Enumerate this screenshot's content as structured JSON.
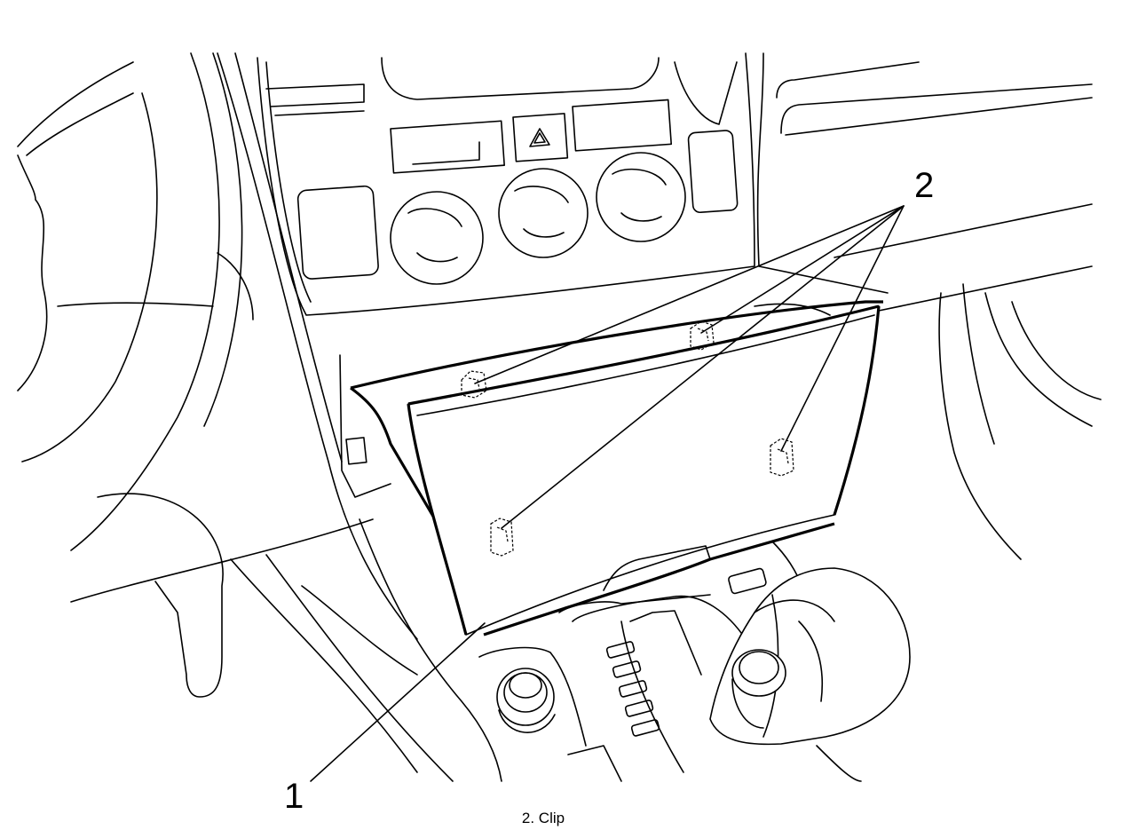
{
  "callouts": {
    "part_1": "1",
    "part_2": "2"
  },
  "caption": "2. Clip"
}
